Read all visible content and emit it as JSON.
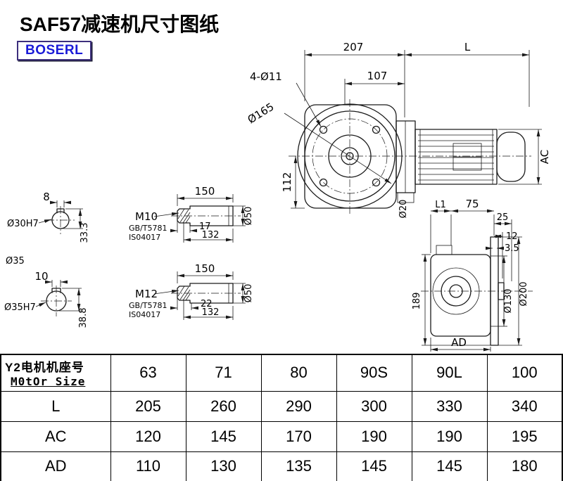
{
  "page": {
    "title": "SAF57减速机尺寸图纸",
    "brand": "BOSERL"
  },
  "main_view": {
    "dim_width_207": "207",
    "dim_motor_length": "L",
    "dim_107": "107",
    "bolt_holes": "4-Ø11",
    "flange_dia": "Ø165",
    "dim_112": "112",
    "dim_ac": "AC",
    "dim_20": "Ø20"
  },
  "shaft_section_a": {
    "key_width": "8",
    "bore": "Ø30H7",
    "key_depth": "33.3"
  },
  "shaft_section_b": {
    "outer_label": "Ø35",
    "key_width": "10",
    "bore": "Ø35H7",
    "key_depth": "38.8"
  },
  "shaft_detail_a": {
    "length": "150",
    "thread": "M10",
    "std_gb": "GB/T5781",
    "std_iso": "IS04017",
    "thread_len": "17",
    "usable_len": "132",
    "dia": "Ø50"
  },
  "shaft_detail_b": {
    "length": "150",
    "thread": "M12",
    "std_gb": "GB/T5781",
    "std_iso": "IS04017",
    "thread_len": "22",
    "usable_len": "132",
    "dia": "Ø50"
  },
  "side_view": {
    "dim_l1": "L1",
    "dim_75": "75",
    "dim_25": "25",
    "dim_12": "12",
    "dim_3_5": "3.5",
    "dim_189": "189",
    "dia_130": "Ø130",
    "dia_200": "Ø200",
    "dim_ad": "AD"
  },
  "table": {
    "header_cn": "Y2电机机座号",
    "header_en": "M0tOr Size",
    "motor_sizes": [
      "63",
      "71",
      "80",
      "90S",
      "90L",
      "100"
    ],
    "rows": [
      {
        "label": "L",
        "values": [
          "205",
          "260",
          "290",
          "300",
          "330",
          "340"
        ]
      },
      {
        "label": "AC",
        "values": [
          "120",
          "145",
          "170",
          "190",
          "190",
          "195"
        ]
      },
      {
        "label": "AD",
        "values": [
          "110",
          "130",
          "135",
          "145",
          "145",
          "180"
        ]
      }
    ]
  }
}
